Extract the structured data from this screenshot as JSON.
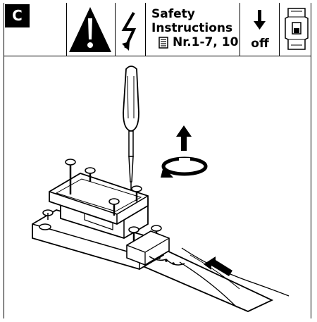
{
  "step": {
    "label": "C"
  },
  "banner": {
    "safety_line1": "Safety",
    "safety_line2": "Instructions",
    "ref": "Nr.1-7, 10",
    "off_label": "off"
  },
  "icons": [
    "warning-triangle-icon",
    "electric-shock-icon",
    "document-icon",
    "down-arrow-icon",
    "circuit-breaker-icon",
    "screwdriver-icon",
    "up-arrow-icon",
    "rotate-arrow-icon",
    "insert-arrow-icon"
  ]
}
